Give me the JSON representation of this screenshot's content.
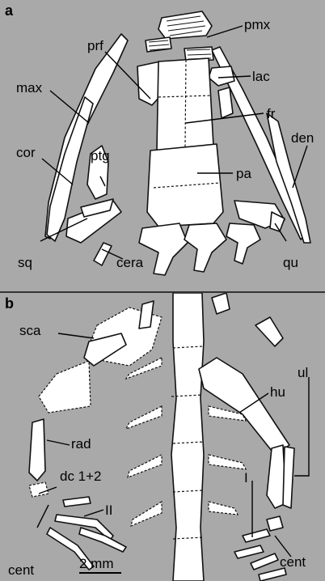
{
  "panel_a": {
    "letter": "a",
    "labels": {
      "pmx": "pmx",
      "prf": "prf",
      "lac": "lac",
      "max": "max",
      "fr": "fr",
      "den": "den",
      "cor": "cor",
      "ptg": "ptg",
      "pa": "pa",
      "sq": "sq",
      "cera": "cera",
      "qu": "qu"
    }
  },
  "panel_b": {
    "letter": "b",
    "labels": {
      "sca": "sca",
      "hu": "hu",
      "ul": "ul",
      "rad": "rad",
      "dc": "dc 1+2",
      "I": "I",
      "II": "II",
      "cent_left": "cent",
      "cent_right": "cent"
    },
    "scale_bar": "2 mm"
  }
}
